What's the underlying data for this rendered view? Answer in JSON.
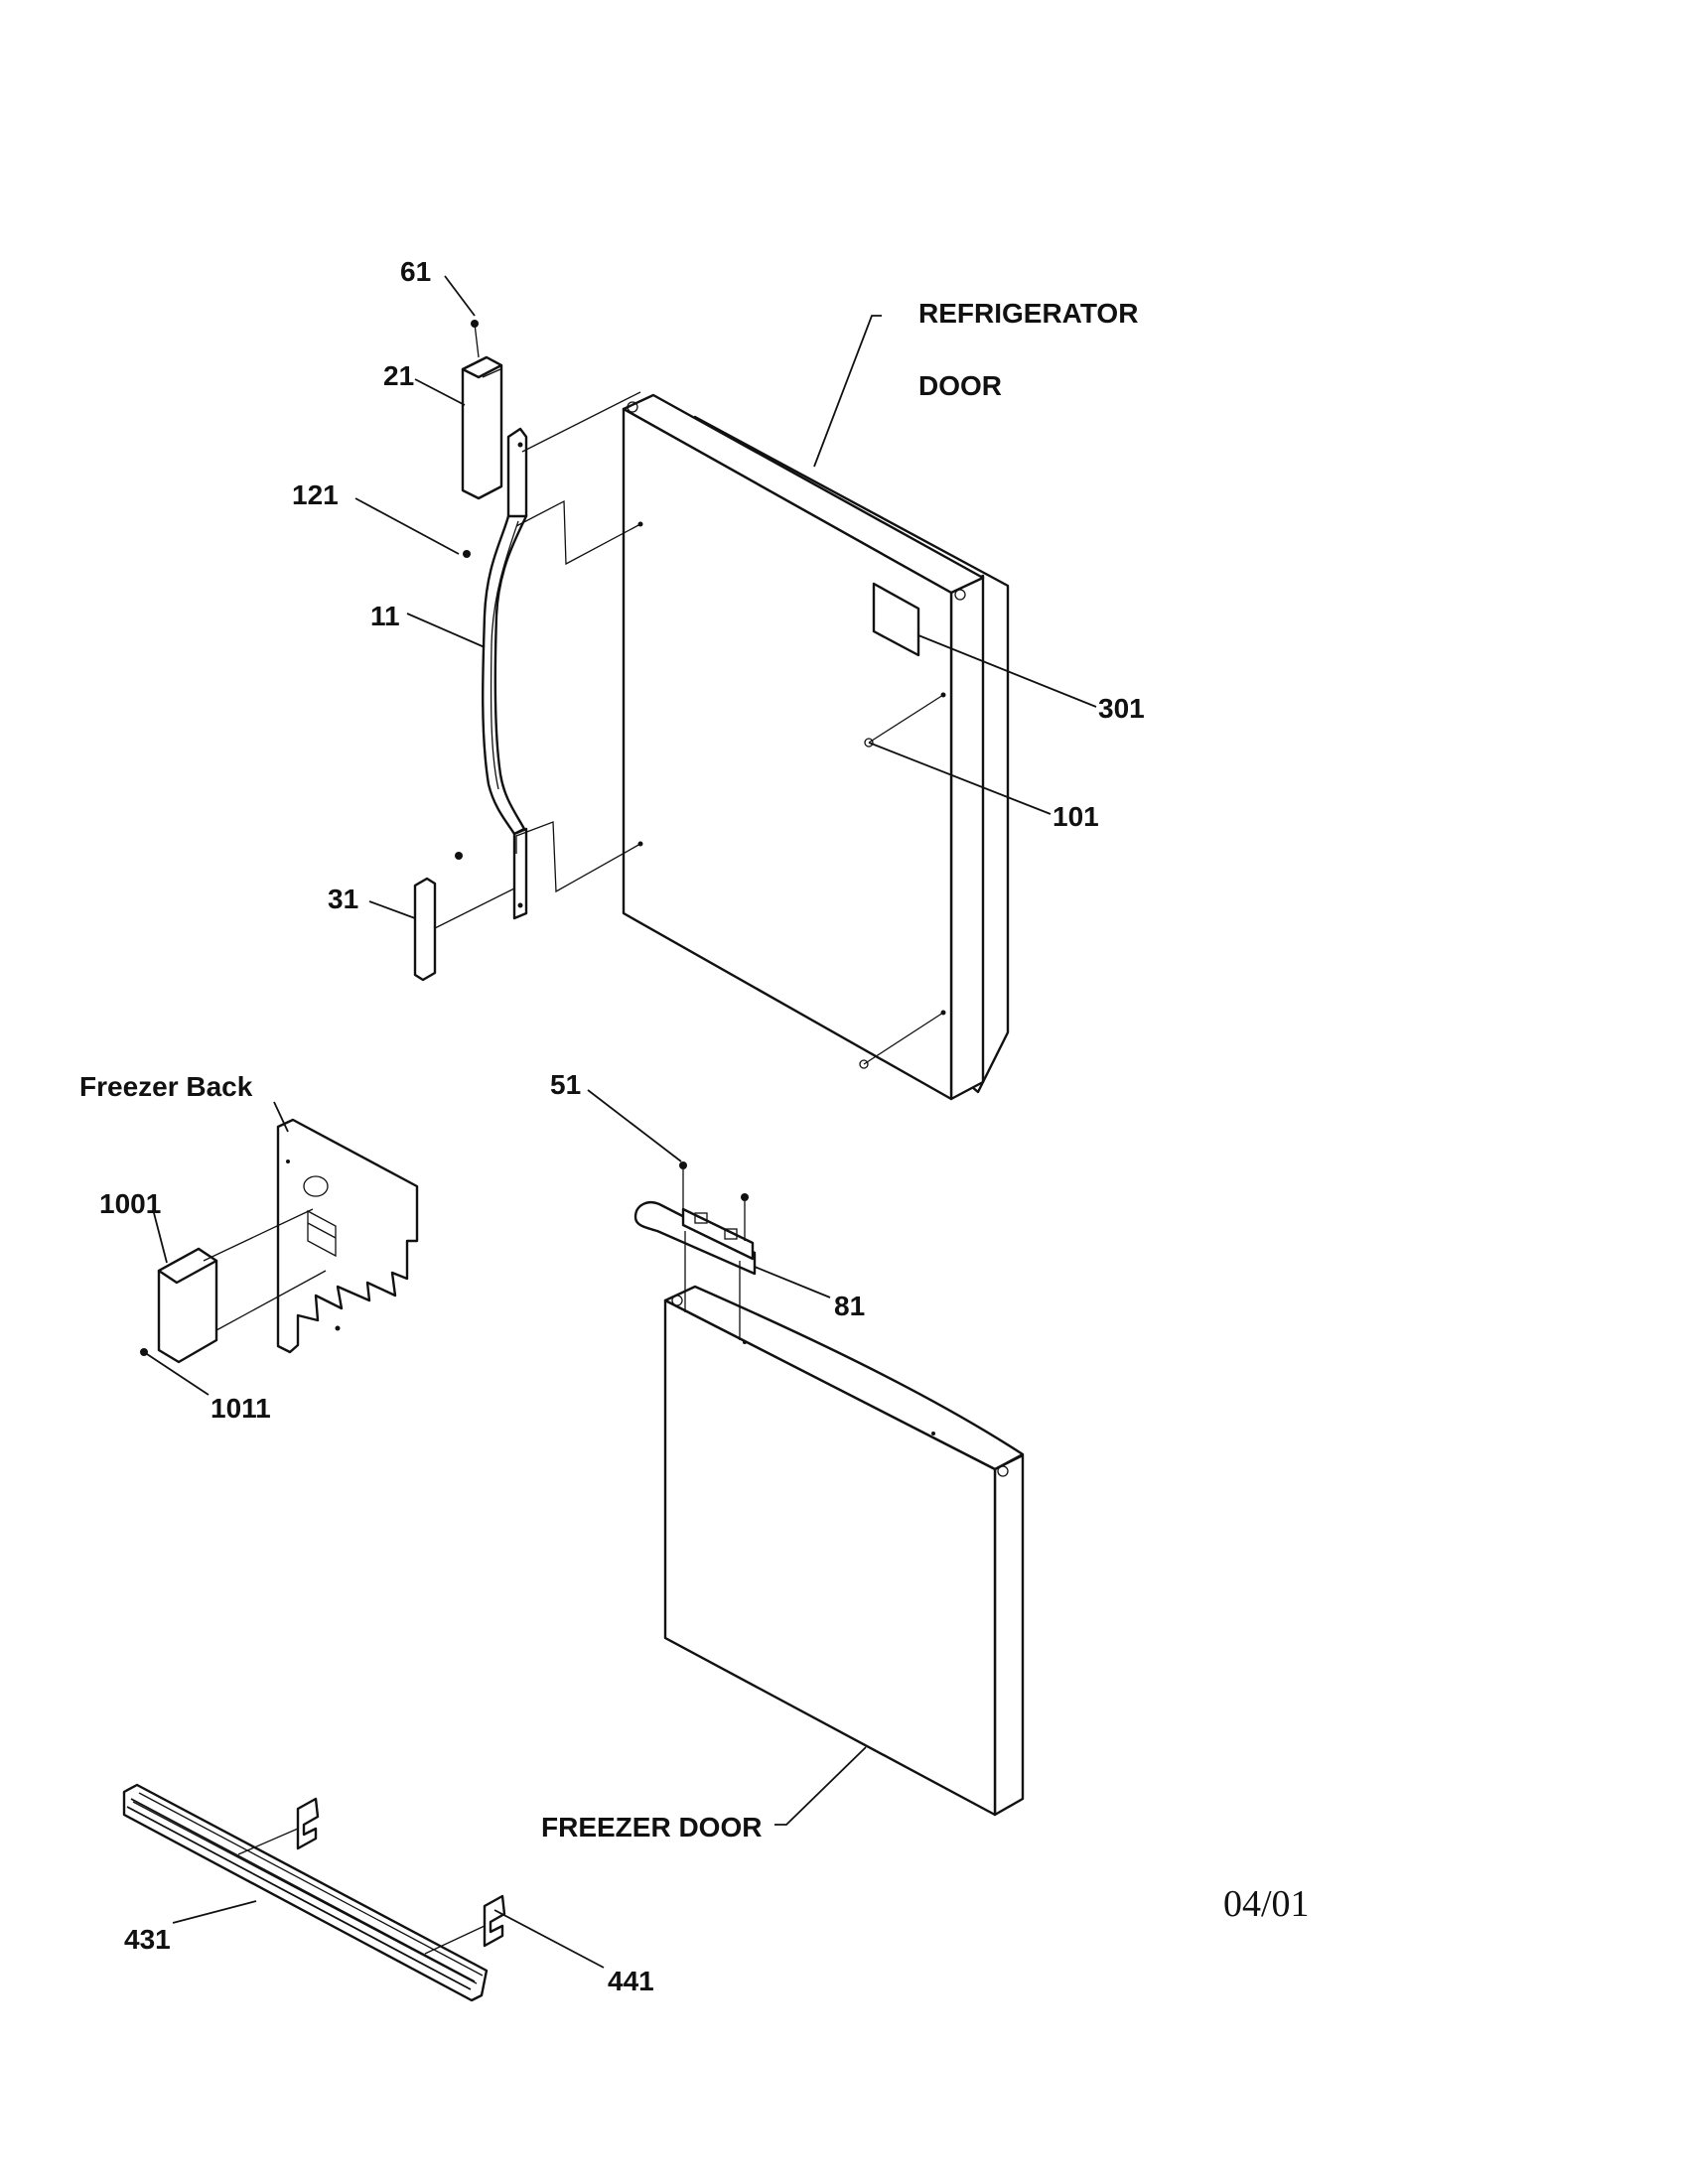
{
  "labels": {
    "p61": "61",
    "p21": "21",
    "p121": "121",
    "p11": "11",
    "p31": "31",
    "p301": "301",
    "p101": "101",
    "p51": "51",
    "p81": "81",
    "p1001": "1001",
    "p1011": "1011",
    "p431": "431",
    "p441": "441",
    "refrigerator_door_line1": "REFRIGERATOR",
    "refrigerator_door_line2": "DOOR",
    "freezer_back": "Freezer Back",
    "freezer_door": "FREEZER DOOR",
    "date_code": "04/01"
  }
}
